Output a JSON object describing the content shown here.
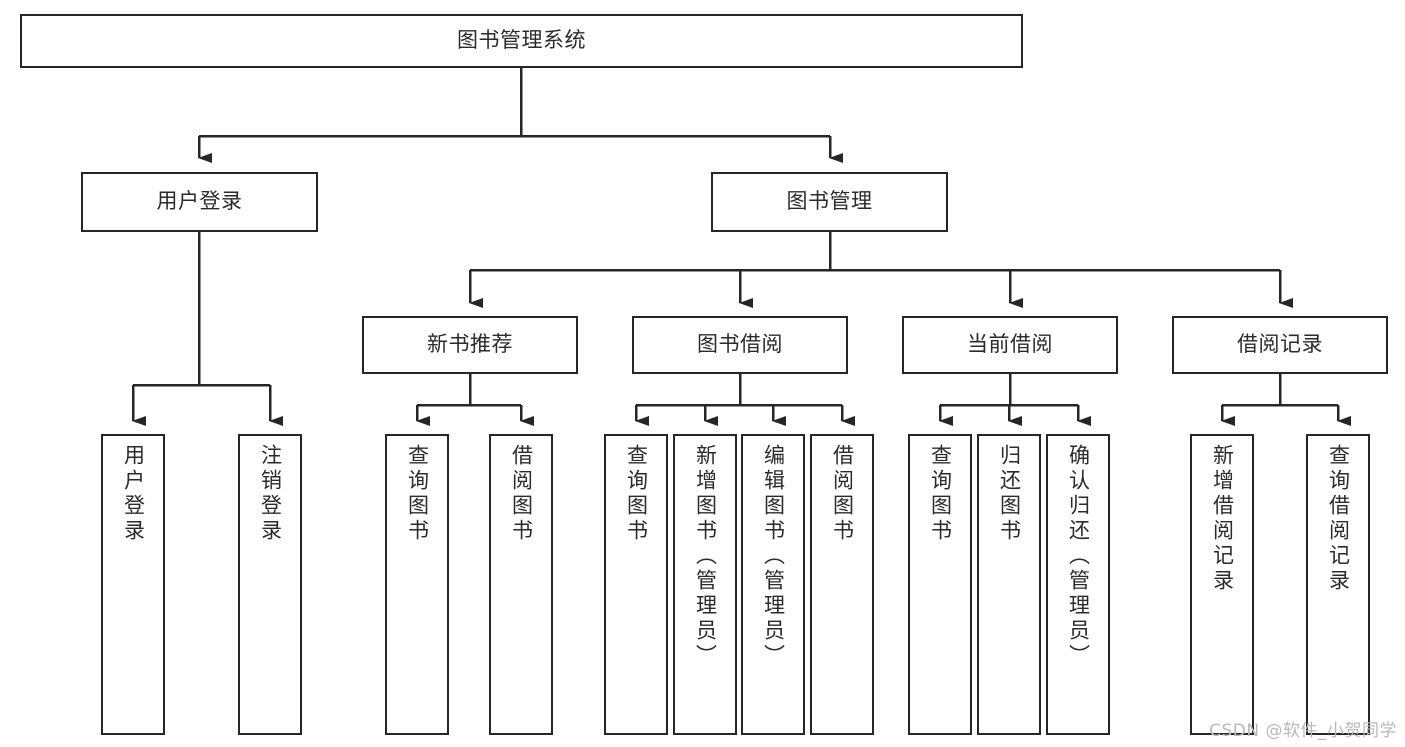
{
  "diagram": {
    "type": "tree-hierarchy",
    "orientation": "top-down",
    "background_color": "#ffffff",
    "line_color": "#262626",
    "box_border_color": "#262626",
    "box_fill_color": "#ffffff",
    "text_color": "#2b2b2b",
    "root": {
      "label": "图书管理系统"
    },
    "level2": [
      {
        "label": "用户登录"
      },
      {
        "label": "图书管理"
      }
    ],
    "level3": [
      {
        "label": "新书推荐"
      },
      {
        "label": "图书借阅"
      },
      {
        "label": "当前借阅"
      },
      {
        "label": "借阅记录"
      }
    ],
    "leaves": {
      "user_login": [
        {
          "label": "用户登录"
        },
        {
          "label": "注销登录"
        }
      ],
      "new_book_recommend": [
        {
          "label": "查询图书"
        },
        {
          "label": "借阅图书"
        }
      ],
      "book_borrow": [
        {
          "label": "查询图书"
        },
        {
          "label": "新增图书（管理员）"
        },
        {
          "label": "编辑图书（管理员）"
        },
        {
          "label": "借阅图书"
        }
      ],
      "current_borrow": [
        {
          "label": "查询图书"
        },
        {
          "label": "归还图书"
        },
        {
          "label": "确认归还（管理员）"
        }
      ],
      "borrow_record": [
        {
          "label": "新增借阅记录"
        },
        {
          "label": "查询借阅记录"
        }
      ]
    }
  },
  "watermark": {
    "text": "CSDN @软件_小贺同学",
    "color": "#b9b9b9"
  }
}
